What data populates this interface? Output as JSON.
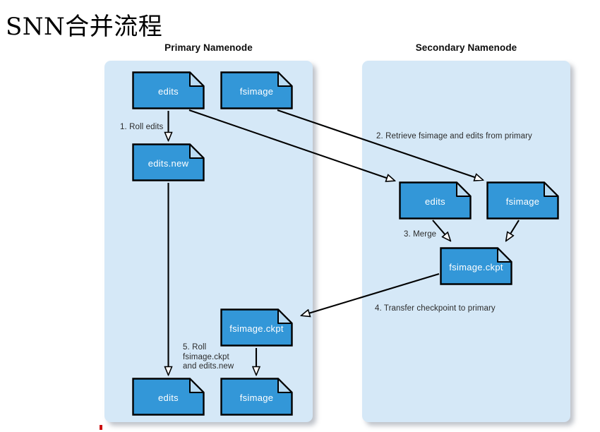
{
  "page_title": "SNN合并流程",
  "panels": {
    "primary": {
      "heading": "Primary Namenode",
      "nodes": {
        "edits_top": "edits",
        "fsimage_top": "fsimage",
        "edits_new": "edits.new",
        "fsimage_ckpt": "fsimage.ckpt",
        "edits_bottom": "edits",
        "fsimage_bottom": "fsimage"
      }
    },
    "secondary": {
      "heading": "Secondary Namenode",
      "nodes": {
        "edits": "edits",
        "fsimage": "fsimage",
        "fsimage_ckpt": "fsimage.ckpt"
      }
    }
  },
  "steps": {
    "step1": "1. Roll edits",
    "step2": "2. Retrieve fsimage and edits from primary",
    "step3": "3. Merge",
    "step4": "4. Transfer checkpoint to primary",
    "step5": "5. Roll\nfsimage.ckpt\nand edits.new"
  },
  "colors": {
    "panel_bg": "#D5E8F7",
    "file_fill": "#3397D8",
    "file_fold": "#BBDCF3",
    "file_text": "#FFFFFF",
    "line": "#000000",
    "accent_mark": "#CC1111"
  }
}
